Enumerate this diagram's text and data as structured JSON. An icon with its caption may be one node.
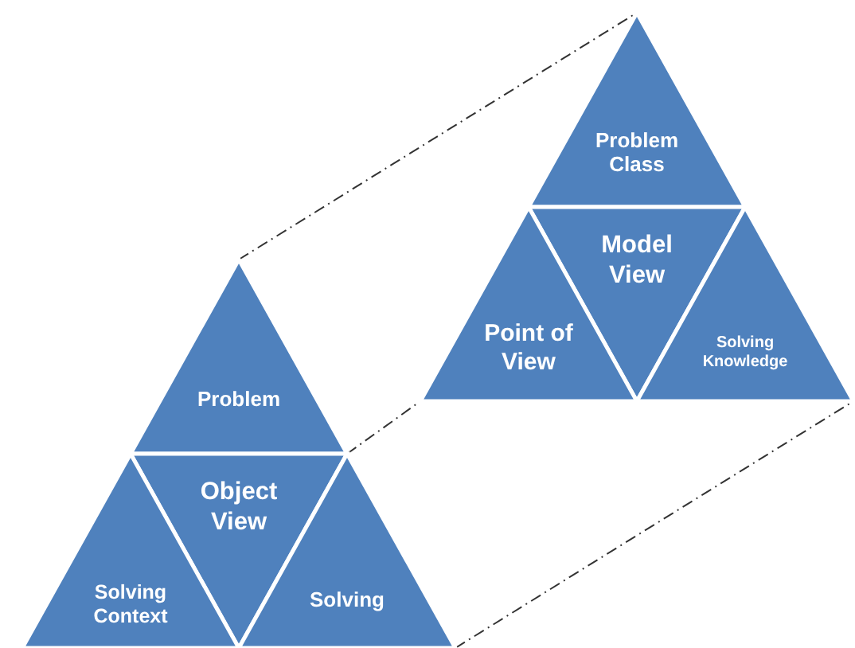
{
  "diagram": {
    "nodes": [
      {
        "text": [
          "Problem Class"
        ]
      },
      {
        "text": [
          "Model View"
        ]
      },
      {
        "text": [
          "Point of View"
        ]
      },
      {
        "text": [
          "Solving Knowledge"
        ]
      },
      {
        "text": [
          "Problem"
        ]
      },
      {
        "text": [
          "Object View"
        ]
      },
      {
        "text": [
          "Solving Context"
        ]
      },
      {
        "text": [
          "Solving"
        ]
      }
    ],
    "edges": [
      {
        "from": 4,
        "to": 0,
        "arrow": "none",
        "style": "dashed"
      },
      {
        "from": 4,
        "to": 2,
        "arrow": "none",
        "style": "dashed"
      },
      {
        "from": 7,
        "to": 3,
        "arrow": "none",
        "style": "dashed"
      }
    ]
  }
}
